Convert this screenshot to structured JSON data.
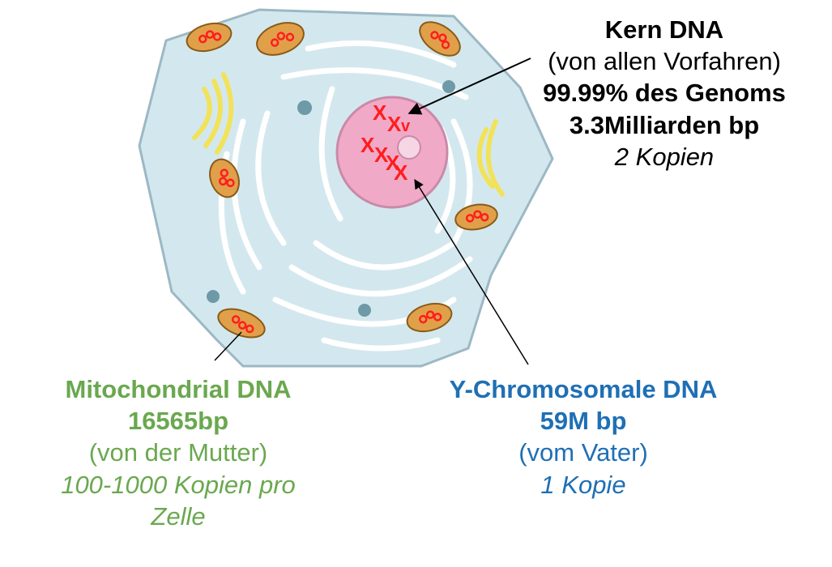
{
  "colors": {
    "nuclear_text": "#000000",
    "mito_text": "#6aa84f",
    "y_text": "#1f6fb5",
    "cell_fill": "#d3e8ee",
    "cell_stroke": "#9cb8c4",
    "nucleus": "#f1a9c8",
    "mitochondria": "#e0a04a",
    "golgi": "#f2e25a",
    "chromosome": "#ff1e1e"
  },
  "nuclear_dna": {
    "title": "Kern DNA",
    "origin": "(von allen Vorfahren)",
    "genome_share": "99.99% des Genoms",
    "size": "3.3Milliarden bp",
    "copies": "2 Kopien"
  },
  "mitochondrial_dna": {
    "title": "Mitochondrial DNA",
    "size": "16565bp",
    "origin": "(von der Mutter)",
    "copies_line1": "100-1000 Kopien pro",
    "copies_line2": "Zelle"
  },
  "y_chromosome_dna": {
    "title": "Y-Chromosomale DNA",
    "size": "59M bp",
    "origin": "(vom Vater)",
    "copies": "1 Kopie"
  }
}
